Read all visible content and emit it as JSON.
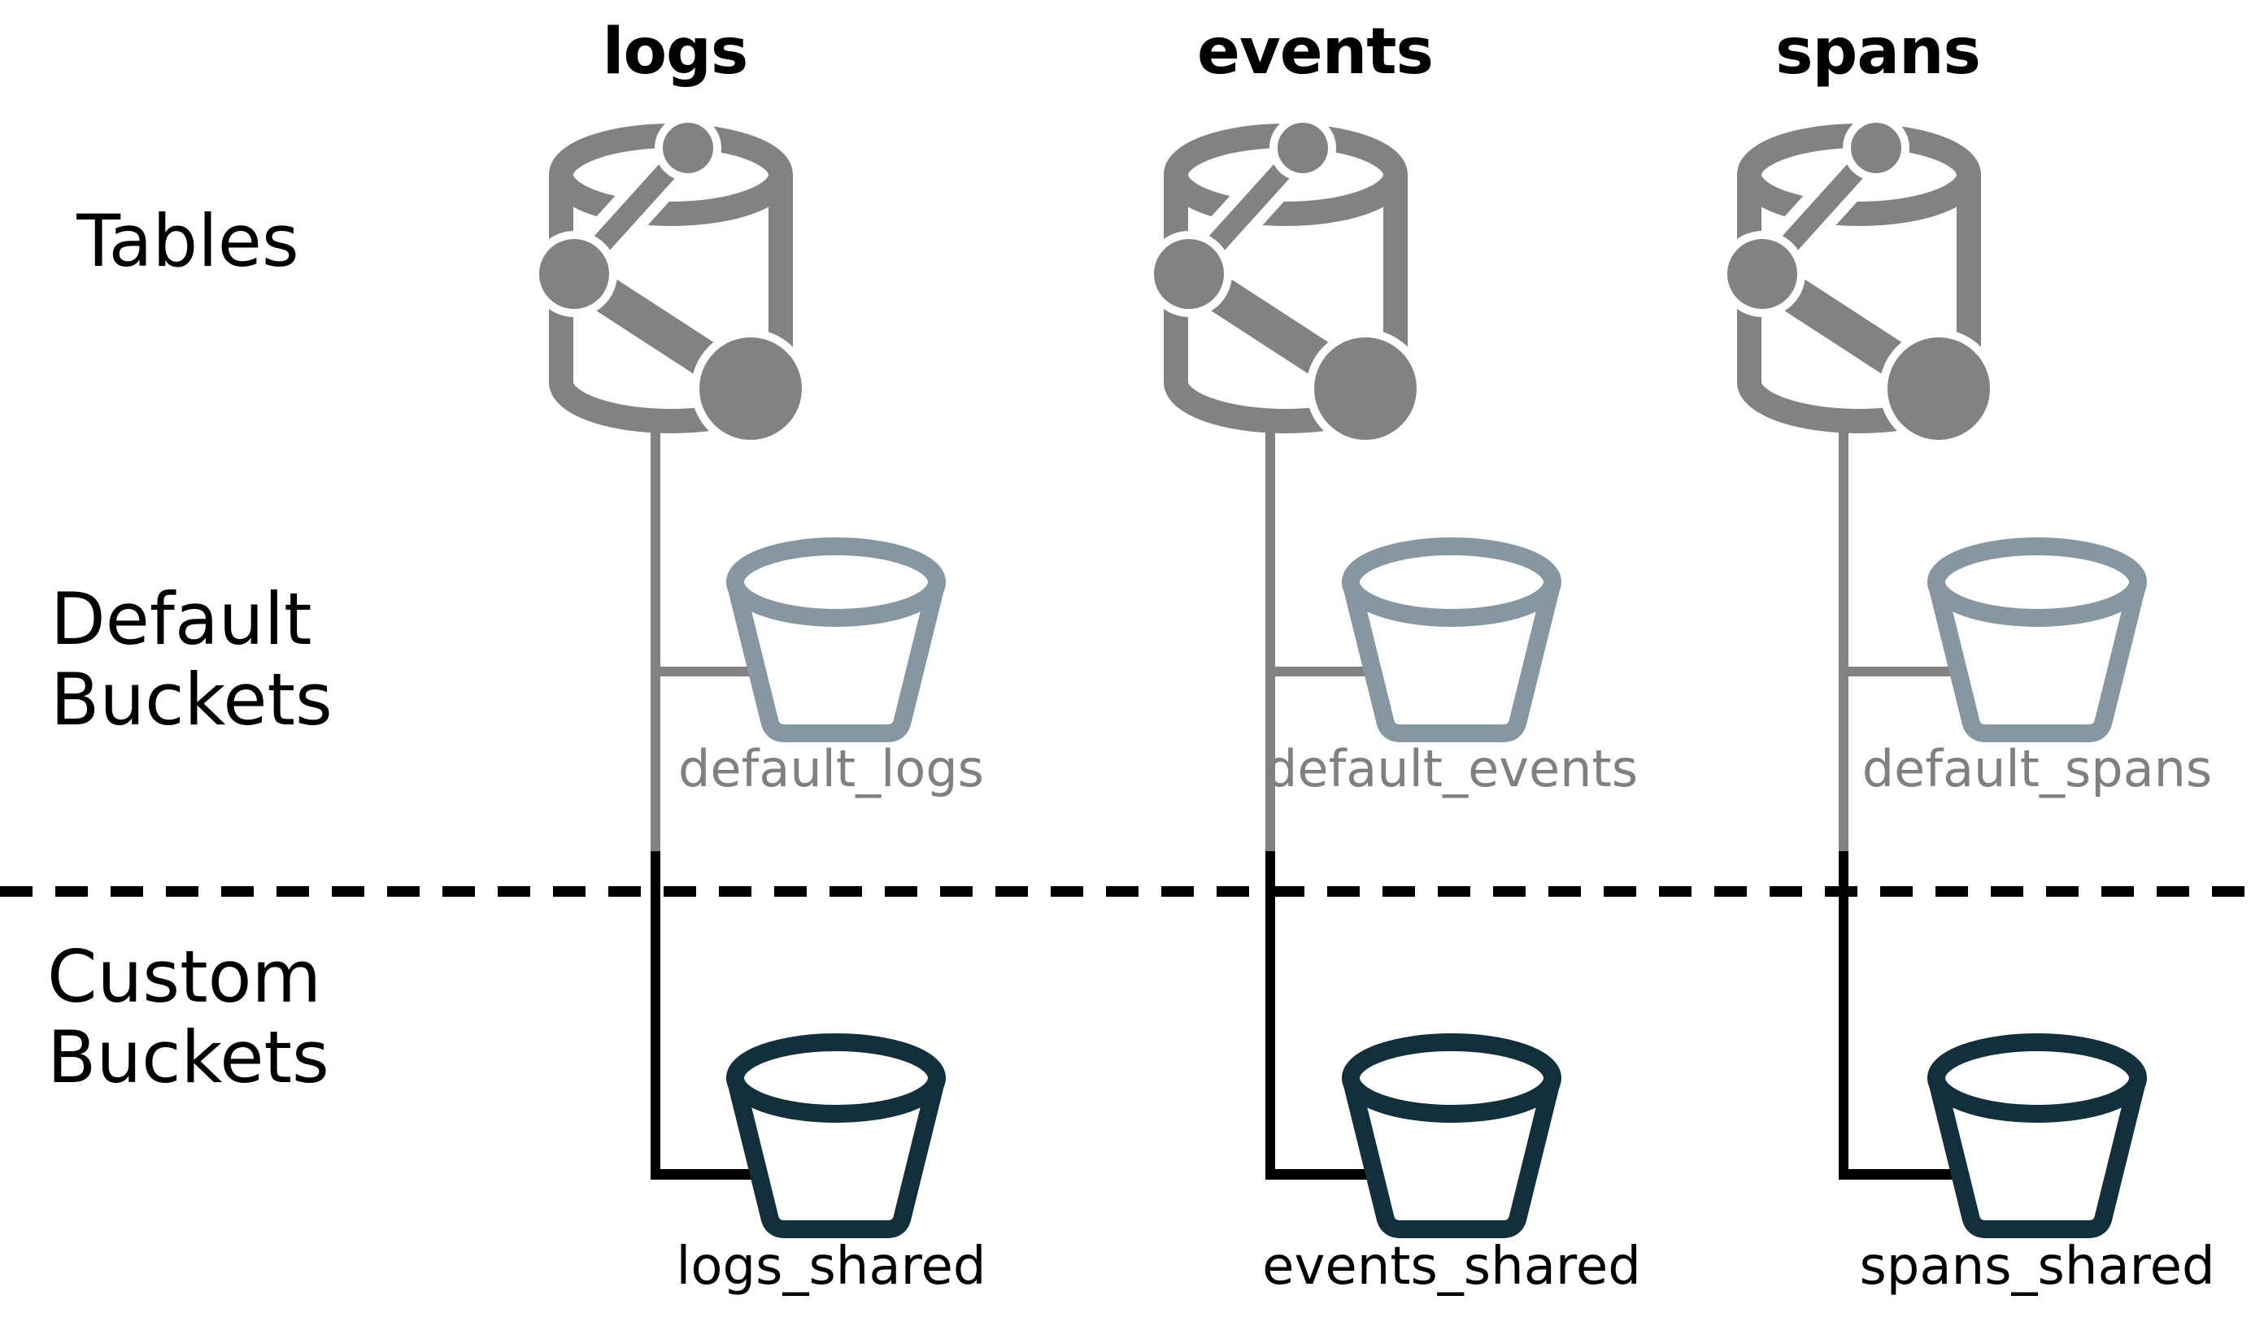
{
  "rows": {
    "tables": "Tables",
    "default_buckets": "Default Buckets",
    "custom_buckets": "Custom Buckets"
  },
  "columns": [
    {
      "id": "logs",
      "header": "logs",
      "table_icon": "database-graph-icon",
      "default_bucket_icon": "bucket-icon",
      "default_bucket_label": "default_logs",
      "custom_bucket_icon": "bucket-icon",
      "custom_bucket_label": "logs_shared"
    },
    {
      "id": "events",
      "header": "events",
      "table_icon": "database-graph-icon",
      "default_bucket_icon": "bucket-icon",
      "default_bucket_label": "default_events",
      "custom_bucket_icon": "bucket-icon",
      "custom_bucket_label": "events_shared"
    },
    {
      "id": "spans",
      "header": "spans",
      "table_icon": "database-graph-icon",
      "default_bucket_icon": "bucket-icon",
      "default_bucket_label": "default_spans",
      "custom_bucket_icon": "bucket-icon",
      "custom_bucket_label": "spans_shared"
    }
  ],
  "colors": {
    "table_gray": "#828282",
    "default_bucket": "#8797a2",
    "custom_bucket": "#122f3b",
    "label_gray": "#808080",
    "connector_gray": "#828282",
    "connector_black": "#000000",
    "dashed_divider": "#000000",
    "text_black": "#000000"
  }
}
